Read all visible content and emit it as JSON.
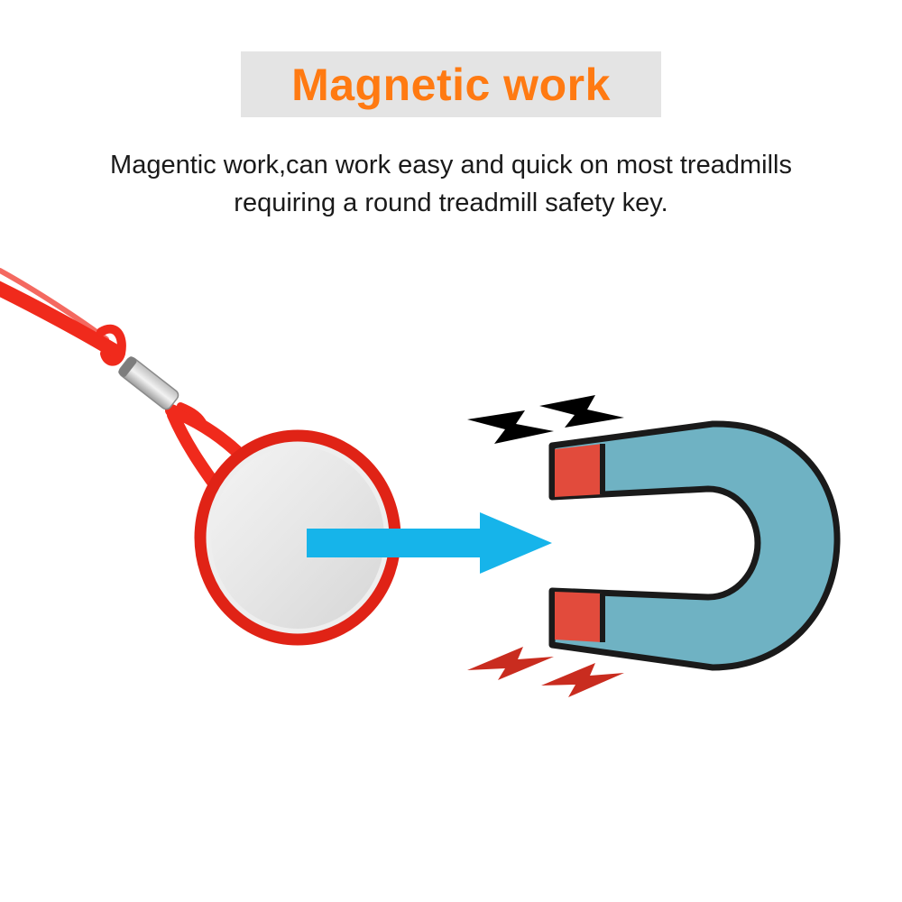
{
  "title": {
    "text": "Magnetic work",
    "color": "#ff7a12",
    "background": "#e4e4e4"
  },
  "description": {
    "line1": "Magentic work,can work easy and quick on most treadmills",
    "line2": "requiring a round treadmill safety key."
  },
  "illustration": {
    "arrow_color": "#16b4ea",
    "magnet_body_color": "#6fb2c3",
    "magnet_pole_color": "#e24b3c",
    "magnet_outline_color": "#1a1a1a",
    "key_ring_color": "#e02316",
    "key_disc_color": "#eeeeee",
    "cord_color": "#f02a1c",
    "spark_top_color": "#000000",
    "spark_bottom_color": "#c92c1f",
    "icons": [
      "safety-key-icon",
      "arrow-right-icon",
      "horseshoe-magnet-icon",
      "lightning-spark-icon"
    ]
  }
}
